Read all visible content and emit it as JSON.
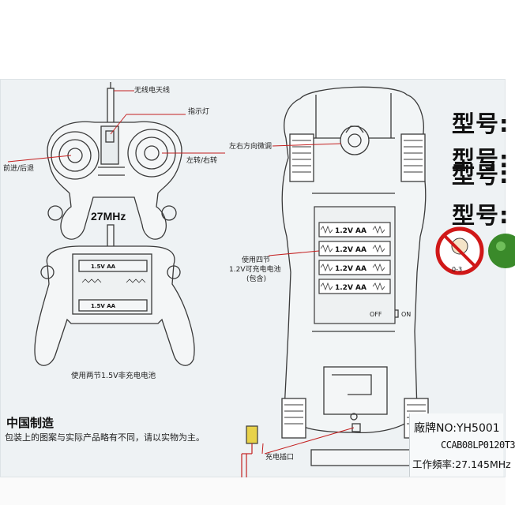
{
  "labels": {
    "antenna": "无线电天线",
    "indicator": "指示灯",
    "forward_back": "前进/后退",
    "left_right": "左转/右转",
    "freq": "27MHz",
    "remote_battery_note": "使用两节1.5V非充电电池",
    "trim": "左右方向微调",
    "car_battery_line1": "使用四节",
    "car_battery_line2": "1.2V可充电电池",
    "car_battery_line3": "(包含)",
    "off": "OFF",
    "on": "ON",
    "charge_port": "充电插口"
  },
  "batteries": {
    "remote_cell": "1.5V AA",
    "car_cell": "1.2V AA"
  },
  "models": [
    "型号:",
    "型号:",
    "型号:",
    "型号:"
  ],
  "age_warning": "0-3",
  "footer": {
    "made_in": "中国制造",
    "disclaimer": "包装上的图案与实际产品略有不同，请以实物为主。"
  },
  "brand": {
    "label": "廠牌NO:YH5001",
    "ccab": "CCAB08LP0120T3",
    "work_freq": "工作頻率:27.145MHz"
  },
  "colors": {
    "sheet": "#eef2f4",
    "line": "#3a3a3a",
    "red_leader": "#c42020",
    "warning_red": "#d01818",
    "green_circle": "#3a8a2a"
  }
}
